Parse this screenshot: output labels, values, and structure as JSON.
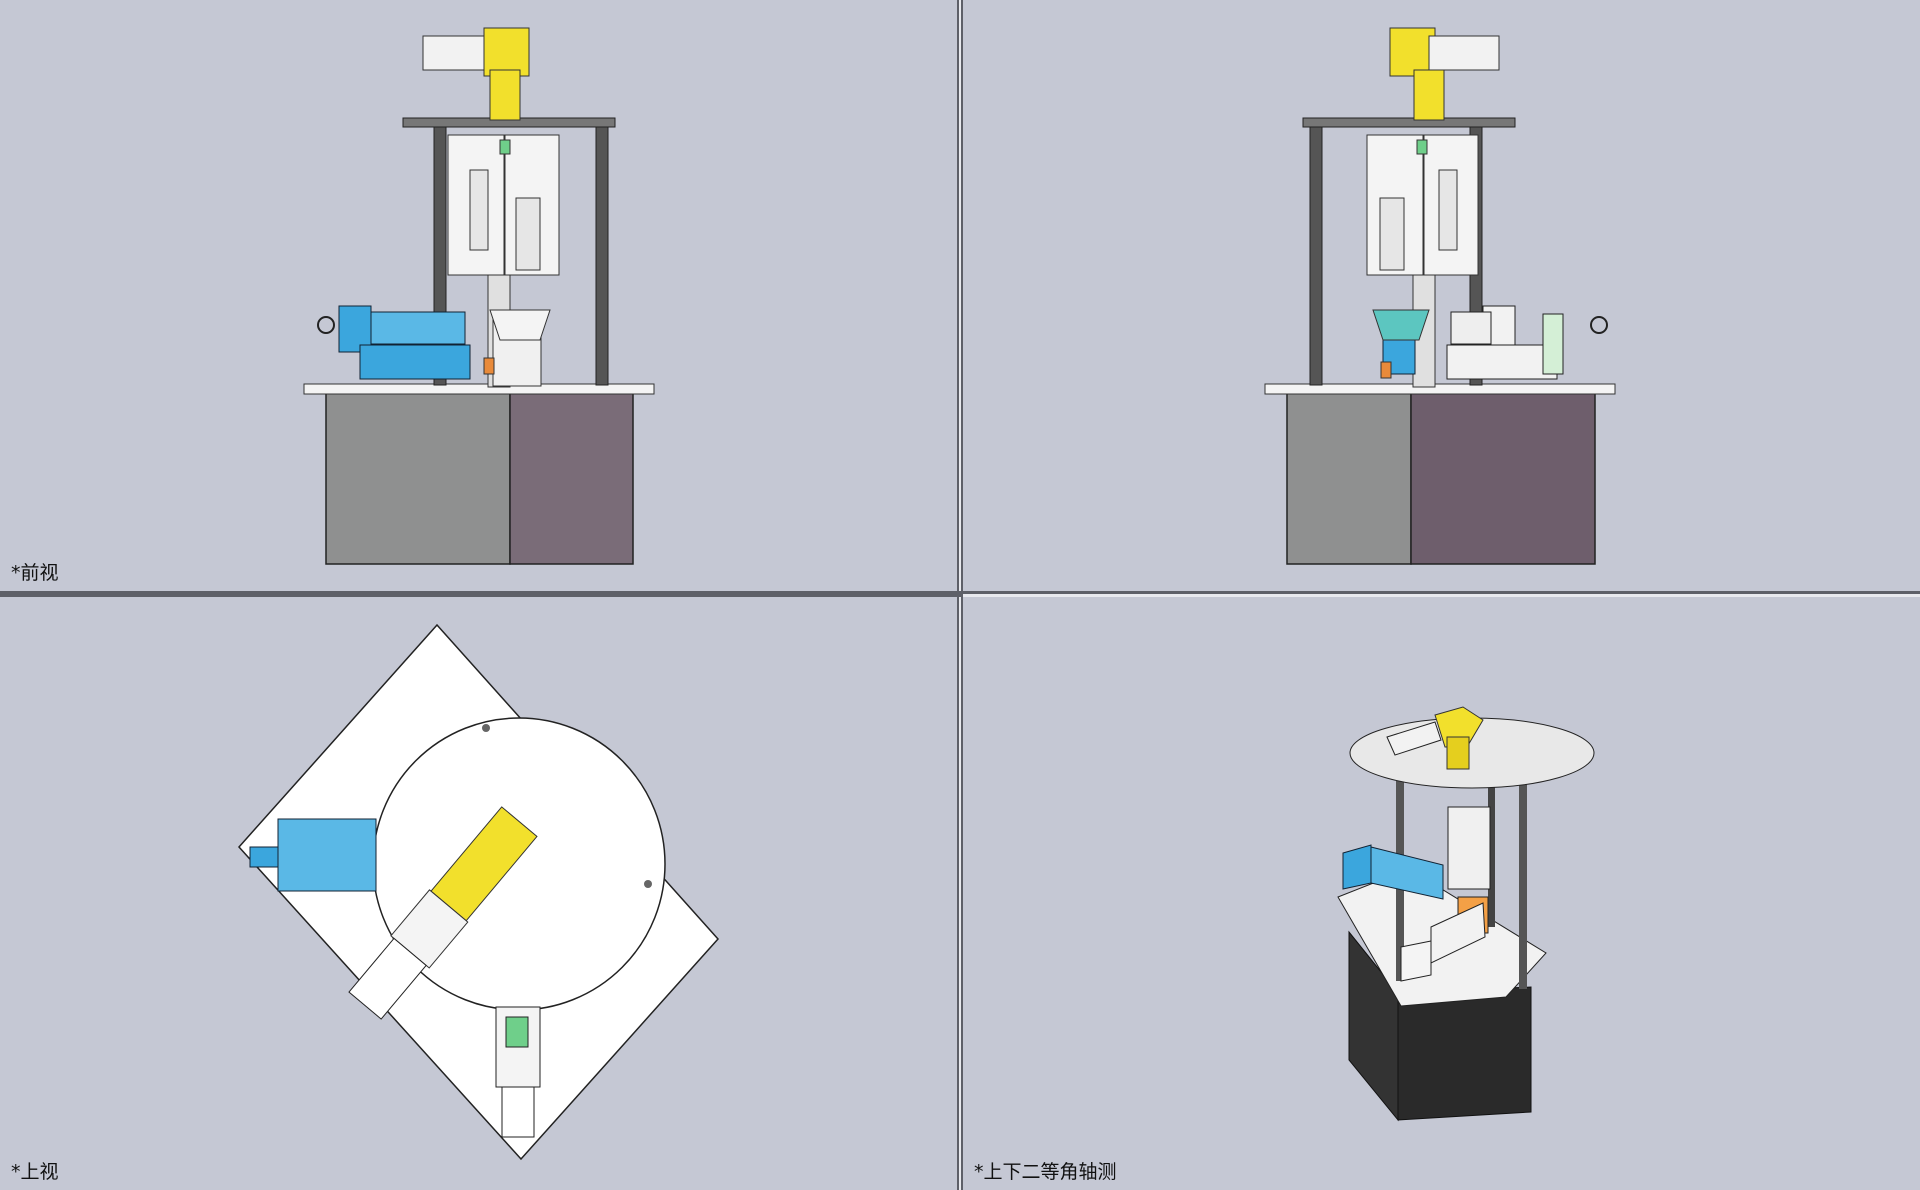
{
  "viewports": {
    "front": {
      "label": "*前视"
    },
    "back": {
      "label": ""
    },
    "top": {
      "label": "*上视"
    },
    "iso": {
      "label": "*上下二等角轴测"
    }
  },
  "colors": {
    "viewport_bg": "#c5c8d4",
    "motor_yellow": "#f2e02c",
    "actuator_blue": "#3ba6dd",
    "cabinet_gray": "#8f9090",
    "cabinet_purple": "#7a6c78",
    "steel_dark": "#4a4a4a"
  }
}
